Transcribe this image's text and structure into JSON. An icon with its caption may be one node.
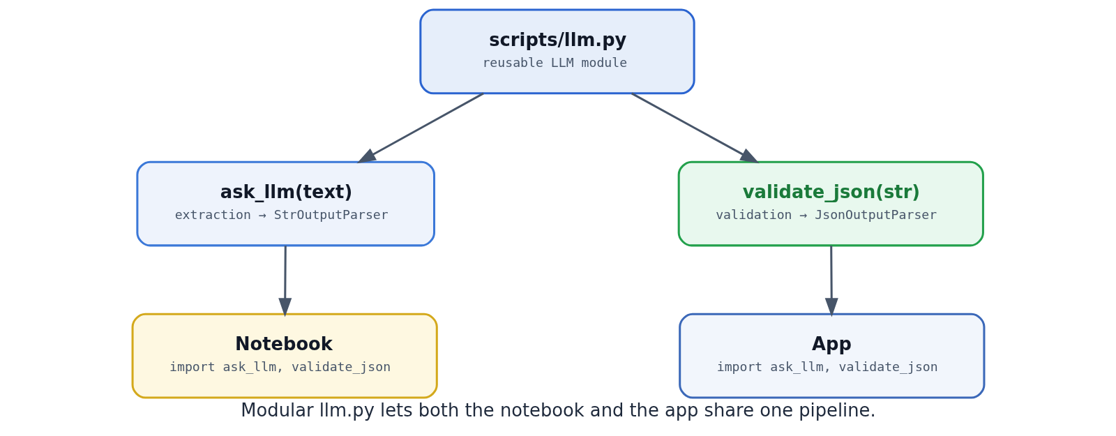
{
  "diagram": {
    "caption": "Modular llm.py lets both the notebook and the app share one pipeline.",
    "nodes": [
      {
        "text": [
          "scripts/llm.py",
          "reusable LLM module"
        ]
      },
      {
        "text": [
          "ask_llm(text)",
          "extraction → StrOutputParser"
        ]
      },
      {
        "text": [
          "validate_json(str)",
          "validation → JsonOutputParser"
        ]
      },
      {
        "text": [
          "Notebook",
          "import ask_llm, validate_json"
        ]
      },
      {
        "text": [
          "App",
          "import ask_llm, validate_json"
        ]
      }
    ],
    "edges": [
      {
        "from": 0,
        "to": 1,
        "arrow": "to"
      },
      {
        "from": 0,
        "to": 2,
        "arrow": "to"
      },
      {
        "from": 1,
        "to": 3,
        "arrow": "to"
      },
      {
        "from": 2,
        "to": 4,
        "arrow": "to"
      }
    ]
  }
}
